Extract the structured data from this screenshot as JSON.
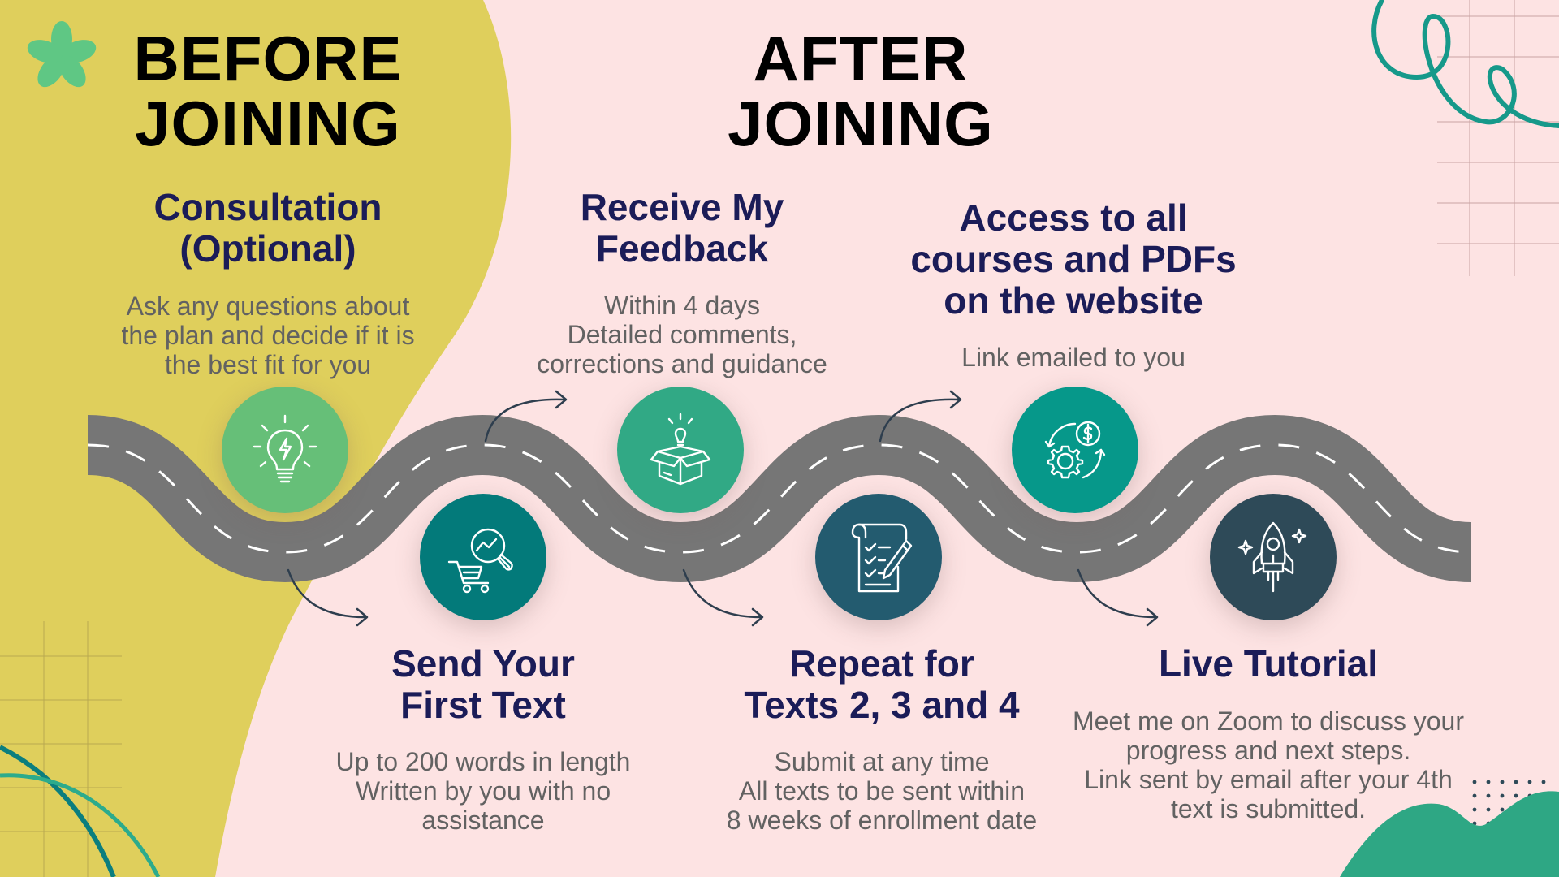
{
  "headings": {
    "before": [
      "BEFORE",
      "JOINING"
    ],
    "after": [
      "AFTER",
      "JOINING"
    ]
  },
  "colors": {
    "background": "#fde3e3",
    "yellow_panel": "#dfcf5c",
    "title": "#1b1c58",
    "description": "#626262",
    "road": "#767676",
    "accent_teal": "#1aa18a",
    "accent_green": "#5fc784"
  },
  "steps": [
    {
      "title": [
        "Consultation",
        "(Optional)"
      ],
      "desc": [
        "Ask any questions about",
        "the plan and decide if it is",
        "the best fit for you"
      ],
      "icon": "lightbulb-icon",
      "color": "#66bf78"
    },
    {
      "title": [
        "Send Your",
        "First Text"
      ],
      "desc": [
        "Up to 200 words in length",
        "Written by you with no",
        "assistance"
      ],
      "icon": "cart-search-icon",
      "color": "#037a7a"
    },
    {
      "title": [
        "Receive My",
        "Feedback"
      ],
      "desc": [
        "Within 4 days",
        "Detailed comments,",
        "corrections and guidance"
      ],
      "icon": "box-idea-icon",
      "color": "#31a985"
    },
    {
      "title": [
        "Repeat for",
        "Texts 2, 3 and 4"
      ],
      "desc": [
        "Submit at any time",
        "All texts to be sent within",
        "8 weeks of enrollment date"
      ],
      "icon": "checklist-icon",
      "color": "#235b6f"
    },
    {
      "title": [
        "Access to all",
        "courses and PDFs",
        "on the website"
      ],
      "desc": [
        "Link emailed to you"
      ],
      "icon": "gear-dollar-icon",
      "color": "#06988a"
    },
    {
      "title": [
        "Live Tutorial"
      ],
      "desc": [
        "Meet me on Zoom to discuss your",
        "progress and next steps.",
        "Link sent by email after your 4th",
        "text is submitted."
      ],
      "icon": "rocket-icon",
      "color": "#2e4a58"
    }
  ]
}
